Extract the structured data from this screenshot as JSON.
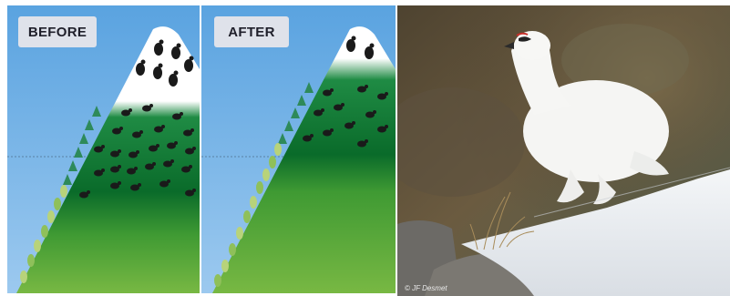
{
  "panels": {
    "before": {
      "label": "BEFORE"
    },
    "after": {
      "label": "AFTER"
    }
  },
  "photo": {
    "credit": "© JF Desmet"
  },
  "colors": {
    "sky": "#6fb0e6",
    "mountain_green_dark": "#0e7a2c",
    "mountain_green_light": "#6ab43c",
    "snow": "#ffffff",
    "bird": "#1a1a1a",
    "label_bg": "#dfe2ea"
  }
}
